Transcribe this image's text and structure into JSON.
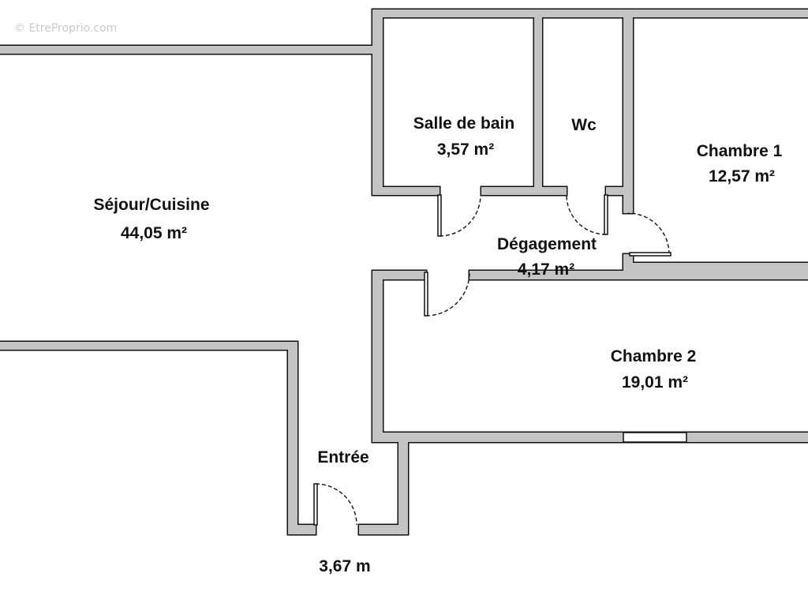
{
  "watermark": "© EtreProprio.com",
  "rooms": [
    {
      "name": "Séjour/Cuisine",
      "area": "44,05 m²"
    },
    {
      "name": "Salle de bain",
      "area": "3,57 m²"
    },
    {
      "name": "Wc"
    },
    {
      "name": "Chambre 1",
      "area": "12,57 m²"
    },
    {
      "name": "Dégagement",
      "area": "4,17 m²"
    },
    {
      "name": "Chambre 2",
      "area": "19,01 m²"
    },
    {
      "name": "Entrée"
    }
  ],
  "dimension_label": "3,67 m",
  "colors": {
    "wall_fill": "#c4c4c4",
    "wall_outline": "#111111",
    "background": "#ffffff"
  }
}
